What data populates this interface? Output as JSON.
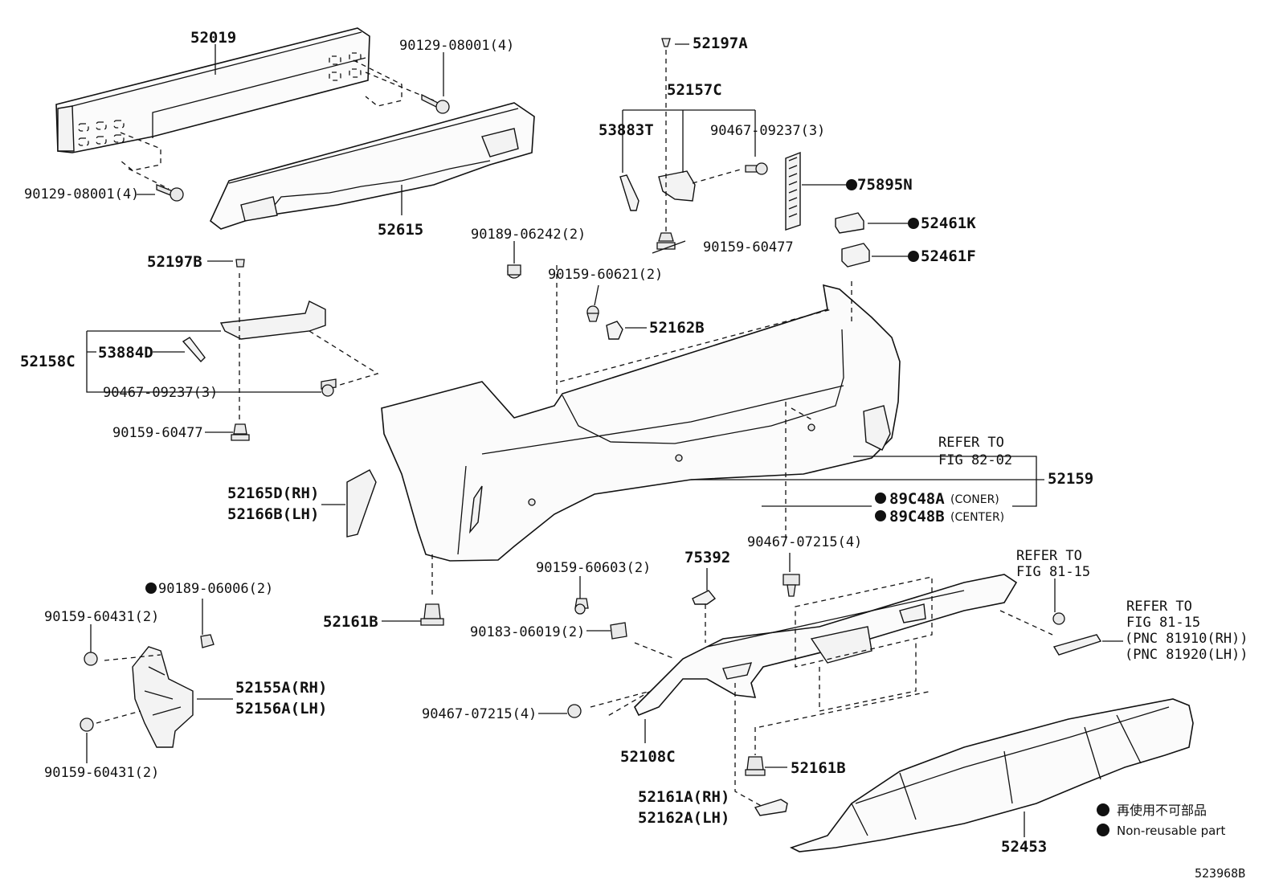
{
  "diagram_id": "523968B",
  "legend": {
    "jp_text": "再使用不可部品",
    "en_text": "Non-reusable part"
  },
  "labels": {
    "p52019": "52019",
    "p90129_top": "90129-08001(4)",
    "p90129_left": "90129-08001(4)",
    "p52615": "52615",
    "p52197A": "52197A",
    "p52157C": "52157C",
    "p53883T": "53883T",
    "p90467_09237_top": "90467-09237(3)",
    "p75895N": "75895N",
    "p52461K": "52461K",
    "p52461F": "52461F",
    "p90159_60477_top": "90159-60477",
    "p90189_06242": "90189-06242(2)",
    "p90159_60621": "90159-60621(2)",
    "p52162B": "52162B",
    "p52197B": "52197B",
    "p52158C": "52158C",
    "p53884D": "53884D",
    "p90467_09237_left": "90467-09237(3)",
    "p90159_60477_left": "90159-60477",
    "p52165D": "52165D(RH)",
    "p52166B": "52166B(LH)",
    "refer_82_line1": "REFER TO",
    "refer_82_line2": "FIG 82-02",
    "p52159": "52159",
    "p89C48A": "89C48A",
    "p89C48A_note": "(CONER)",
    "p89C48B": "89C48B",
    "p89C48B_note": "(CENTER)",
    "p90467_07215_right": "90467-07215(4)",
    "p75392": "75392",
    "p90159_60603": "90159-60603(2)",
    "refer_81_top_line1": "REFER TO",
    "refer_81_top_line2": "FIG 81-15",
    "refer_81_side_line1": "REFER TO",
    "refer_81_side_line2": "FIG 81-15",
    "refer_81_side_line3": "(PNC 81910(RH))",
    "refer_81_side_line4": "(PNC 81920(LH))",
    "p90189_06006": "90189-06006(2)",
    "p90159_60431_top": "90159-60431(2)",
    "p52161B_left": "52161B",
    "p90183_06019": "90183-06019(2)",
    "p52155A": "52155A(RH)",
    "p52156A": "52156A(LH)",
    "p90467_07215_left": "90467-07215(4)",
    "p52108C": "52108C",
    "p52161B_right": "52161B",
    "p90159_60431_bottom": "90159-60431(2)",
    "p52161A": "52161A(RH)",
    "p52162A": "52162A(LH)",
    "p52453": "52453"
  }
}
